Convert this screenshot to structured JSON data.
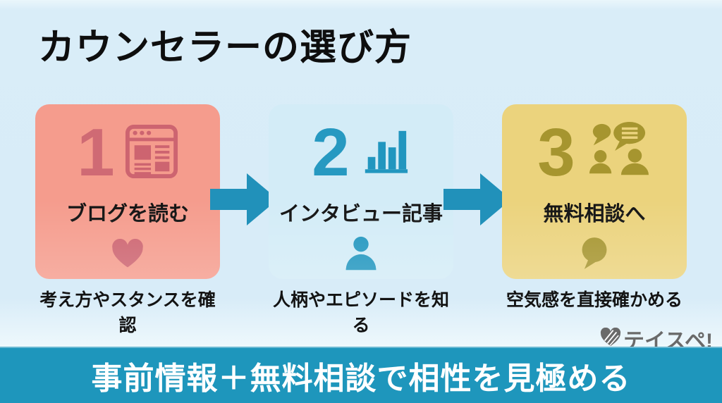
{
  "title": "カウンセラーの選び方",
  "steps": [
    {
      "number": "1",
      "label": "ブログを読む",
      "caption": "考え方やスタンスを確認",
      "icon": "blog-window-icon",
      "bottom_icon": "heart-icon",
      "card_color": "#f59c8d",
      "accent_color": "#cd6470"
    },
    {
      "number": "2",
      "label": "インタビュー記事",
      "caption": "人柄やエピソードを知る",
      "icon": "bar-chart-icon",
      "bottom_icon": "person-icon",
      "card_color": "#d3ecf7",
      "accent_color": "#2196bf"
    },
    {
      "number": "3",
      "label": "無料相談へ",
      "caption": "空気感を直接確かめる",
      "icon": "people-chat-icon",
      "bottom_icon": "speech-bubble-icon",
      "card_color": "#ebd37d",
      "accent_color": "#a6952f"
    }
  ],
  "arrows": {
    "icon": "arrow-right-icon",
    "color": "#2191ba"
  },
  "footer_banner": {
    "text": "事前情報＋無料相談で相性を見極める",
    "bg_color": "#1e96bc",
    "text_color": "#ffffff"
  },
  "logo": {
    "text": "テイスペ!",
    "icon": "striped-heart-icon",
    "color": "#6a6a6a"
  },
  "background_color": "#d8ecf8"
}
